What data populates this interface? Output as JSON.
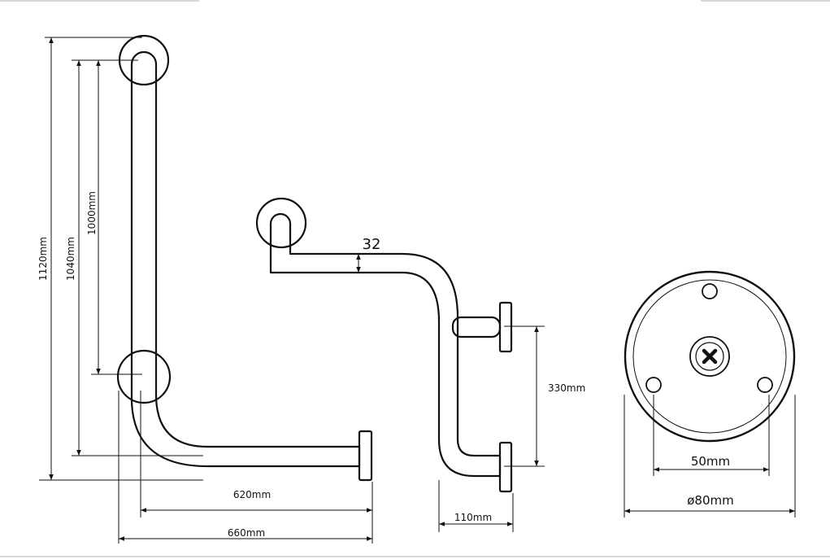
{
  "drawing": {
    "labels": {
      "dim_1120": "1120mm",
      "dim_1040": "1040mm",
      "dim_1000": "1000mm",
      "dim_620": "620mm",
      "dim_660": "660mm",
      "dim_32": "32",
      "dim_330": "330mm",
      "dim_110": "110mm",
      "dim_50": "50mm",
      "dim_80": "ø80mm"
    }
  }
}
